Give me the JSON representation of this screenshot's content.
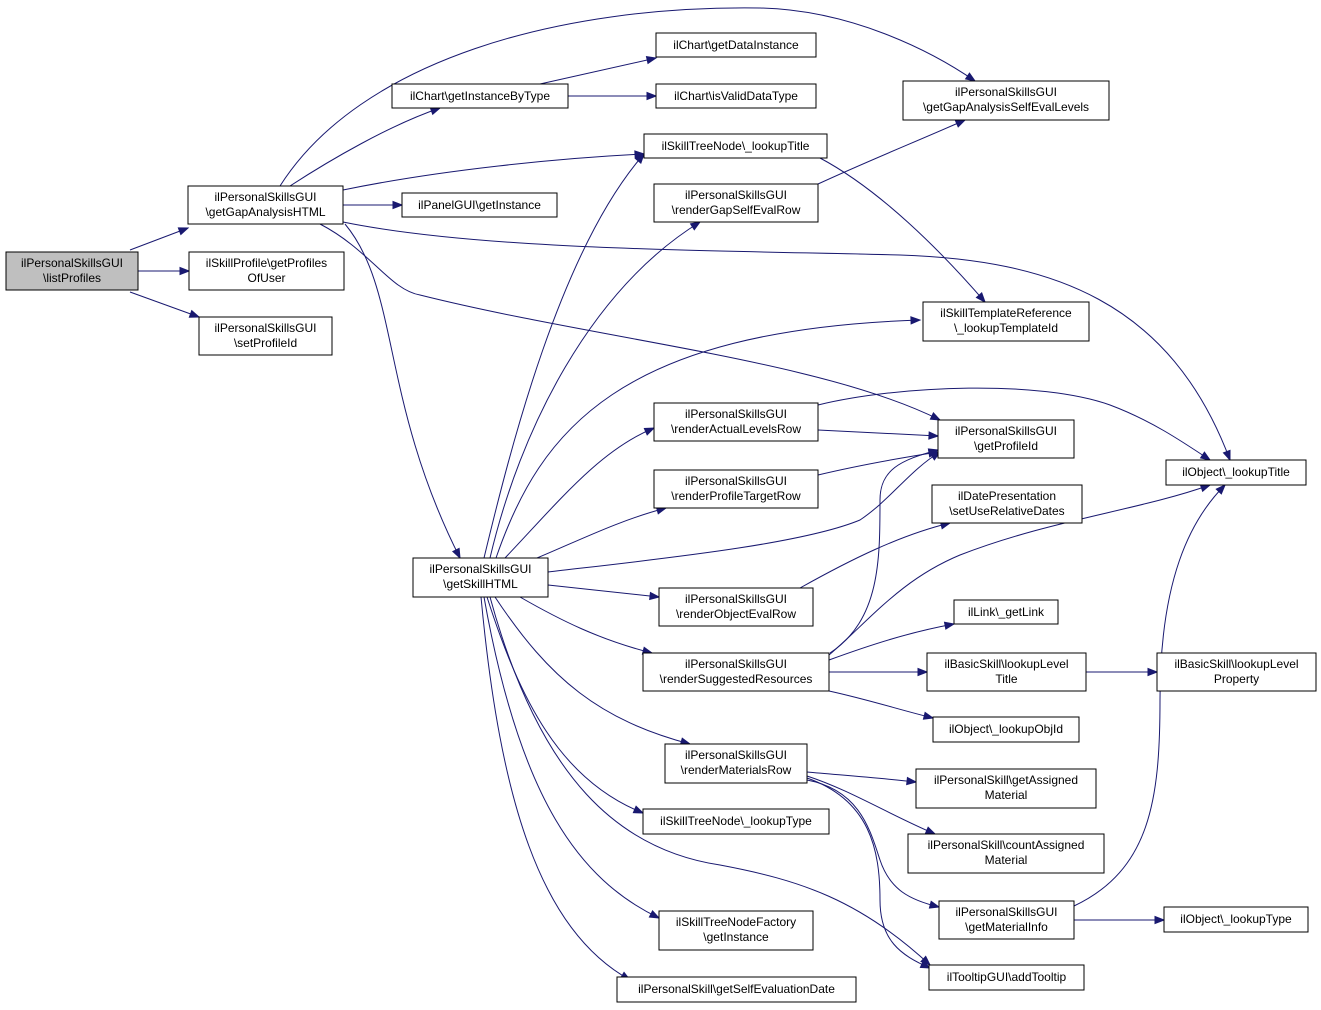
{
  "nodes": {
    "n_listProfiles": [
      "ilPersonalSkillsGUI",
      "\\listProfiles"
    ],
    "n_getGapAnalysisHTML": [
      "ilPersonalSkillsGUI",
      "\\getGapAnalysisHTML"
    ],
    "n_getProfilesOfUser": [
      "ilSkillProfile\\getProfiles",
      "OfUser"
    ],
    "n_setProfileId": [
      "ilPersonalSkillsGUI",
      "\\setProfileId"
    ],
    "n_getInstanceByType": [
      "ilChart\\getInstanceByType"
    ],
    "n_getDataInstance": [
      "ilChart\\getDataInstance"
    ],
    "n_isValidDataType": [
      "ilChart\\isValidDataType"
    ],
    "n_getGapAnalysisSelfEvalLevels": [
      "ilPersonalSkillsGUI",
      "\\getGapAnalysisSelfEvalLevels"
    ],
    "n_lookupTitleNode": [
      "ilSkillTreeNode\\_lookupTitle"
    ],
    "n_panelGetInstance": [
      "ilPanelGUI\\getInstance"
    ],
    "n_renderGapSelfEvalRow": [
      "ilPersonalSkillsGUI",
      "\\renderGapSelfEvalRow"
    ],
    "n_lookupTemplateId": [
      "ilSkillTemplateReference",
      "\\_lookupTemplateId"
    ],
    "n_renderActualLevelsRow": [
      "ilPersonalSkillsGUI",
      "\\renderActualLevelsRow"
    ],
    "n_getProfileId": [
      "ilPersonalSkillsGUI",
      "\\getProfileId"
    ],
    "n_objLookupTitle": [
      "ilObject\\_lookupTitle"
    ],
    "n_renderProfileTargetRow": [
      "ilPersonalSkillsGUI",
      "\\renderProfileTargetRow"
    ],
    "n_setUseRelativeDates": [
      "ilDatePresentation",
      "\\setUseRelativeDates"
    ],
    "n_getSkillHTML": [
      "ilPersonalSkillsGUI",
      "\\getSkillHTML"
    ],
    "n_renderObjectEvalRow": [
      "ilPersonalSkillsGUI",
      "\\renderObjectEvalRow"
    ],
    "n_getLink": [
      "ilLink\\_getLink"
    ],
    "n_renderSuggestedResources": [
      "ilPersonalSkillsGUI",
      "\\renderSuggestedResources"
    ],
    "n_lookupLevelTitle": [
      "ilBasicSkill\\lookupLevel",
      "Title"
    ],
    "n_lookupLevelProperty": [
      "ilBasicSkill\\lookupLevel",
      "Property"
    ],
    "n_lookupObjId": [
      "ilObject\\_lookupObjId"
    ],
    "n_renderMaterialsRow": [
      "ilPersonalSkillsGUI",
      "\\renderMaterialsRow"
    ],
    "n_getAssignedMaterial": [
      "ilPersonalSkill\\getAssigned",
      "Material"
    ],
    "n_lookupTypeNode": [
      "ilSkillTreeNode\\_lookupType"
    ],
    "n_countAssignedMaterial": [
      "ilPersonalSkill\\countAssigned",
      "Material"
    ],
    "n_getMaterialInfo": [
      "ilPersonalSkillsGUI",
      "\\getMaterialInfo"
    ],
    "n_objLookupType": [
      "ilObject\\_lookupType"
    ],
    "n_nodeFactoryGetInstance": [
      "ilSkillTreeNodeFactory",
      "\\getInstance"
    ],
    "n_addTooltip": [
      "ilTooltipGUI\\addTooltip"
    ],
    "n_getSelfEvaluationDate": [
      "ilPersonalSkill\\getSelfEvaluationDate"
    ]
  },
  "edges": [
    [
      "n_listProfiles",
      "n_getGapAnalysisHTML"
    ],
    [
      "n_listProfiles",
      "n_getProfilesOfUser"
    ],
    [
      "n_listProfiles",
      "n_setProfileId"
    ],
    [
      "n_getGapAnalysisHTML",
      "n_getInstanceByType"
    ],
    [
      "n_getGapAnalysisHTML",
      "n_getGapAnalysisSelfEvalLevels"
    ],
    [
      "n_getGapAnalysisHTML",
      "n_lookupTitleNode"
    ],
    [
      "n_getGapAnalysisHTML",
      "n_panelGetInstance"
    ],
    [
      "n_getGapAnalysisHTML",
      "n_objLookupTitle"
    ],
    [
      "n_getGapAnalysisHTML",
      "n_getProfileId"
    ],
    [
      "n_getGapAnalysisHTML",
      "n_getSkillHTML"
    ],
    [
      "n_getInstanceByType",
      "n_getDataInstance"
    ],
    [
      "n_getInstanceByType",
      "n_isValidDataType"
    ],
    [
      "n_lookupTitleNode",
      "n_lookupTemplateId"
    ],
    [
      "n_renderGapSelfEvalRow",
      "n_getGapAnalysisSelfEvalLevels"
    ],
    [
      "n_getSkillHTML",
      "n_lookupTitleNode"
    ],
    [
      "n_getSkillHTML",
      "n_renderGapSelfEvalRow"
    ],
    [
      "n_getSkillHTML",
      "n_lookupTemplateId"
    ],
    [
      "n_getSkillHTML",
      "n_renderActualLevelsRow"
    ],
    [
      "n_getSkillHTML",
      "n_renderProfileTargetRow"
    ],
    [
      "n_getSkillHTML",
      "n_getProfileId"
    ],
    [
      "n_getSkillHTML",
      "n_renderObjectEvalRow"
    ],
    [
      "n_getSkillHTML",
      "n_renderSuggestedResources"
    ],
    [
      "n_getSkillHTML",
      "n_renderMaterialsRow"
    ],
    [
      "n_getSkillHTML",
      "n_lookupTypeNode"
    ],
    [
      "n_getSkillHTML",
      "n_nodeFactoryGetInstance"
    ],
    [
      "n_getSkillHTML",
      "n_getSelfEvaluationDate"
    ],
    [
      "n_getSkillHTML",
      "n_addTooltip"
    ],
    [
      "n_renderActualLevelsRow",
      "n_getProfileId"
    ],
    [
      "n_renderActualLevelsRow",
      "n_objLookupTitle"
    ],
    [
      "n_renderProfileTargetRow",
      "n_getProfileId"
    ],
    [
      "n_renderObjectEvalRow",
      "n_setUseRelativeDates"
    ],
    [
      "n_renderSuggestedResources",
      "n_getProfileId"
    ],
    [
      "n_renderSuggestedResources",
      "n_objLookupTitle"
    ],
    [
      "n_renderSuggestedResources",
      "n_getLink"
    ],
    [
      "n_renderSuggestedResources",
      "n_lookupLevelTitle"
    ],
    [
      "n_renderSuggestedResources",
      "n_lookupObjId"
    ],
    [
      "n_lookupLevelTitle",
      "n_lookupLevelProperty"
    ],
    [
      "n_renderMaterialsRow",
      "n_getAssignedMaterial"
    ],
    [
      "n_renderMaterialsRow",
      "n_countAssignedMaterial"
    ],
    [
      "n_renderMaterialsRow",
      "n_getMaterialInfo"
    ],
    [
      "n_renderMaterialsRow",
      "n_addTooltip"
    ],
    [
      "n_getMaterialInfo",
      "n_objLookupTitle"
    ],
    [
      "n_getMaterialInfo",
      "n_objLookupType"
    ]
  ]
}
